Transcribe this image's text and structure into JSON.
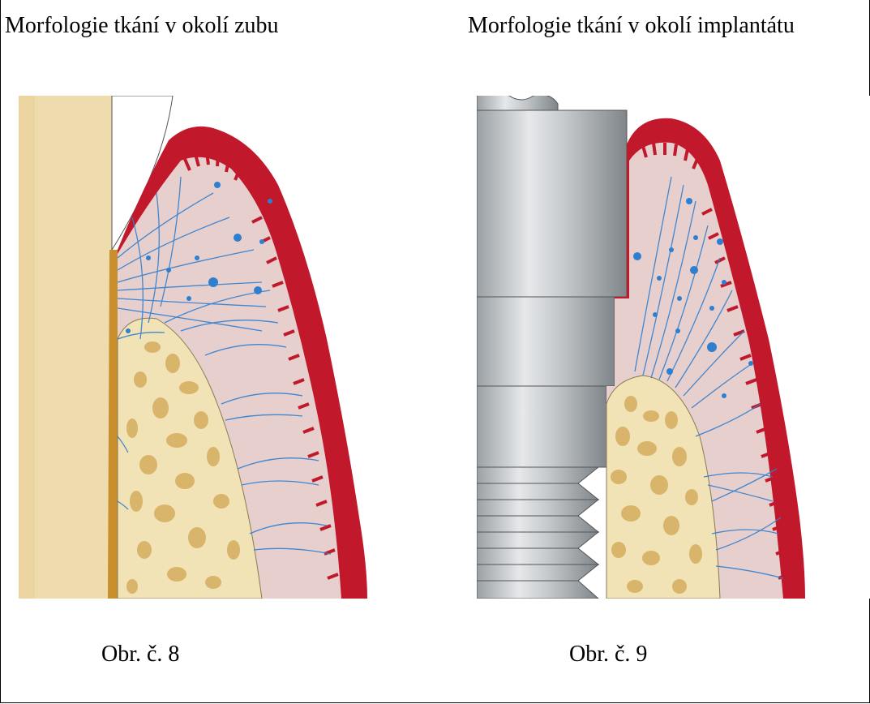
{
  "figures": [
    {
      "title": "Morfologie tkání v okolí zubu",
      "label": "Obr. č. 8"
    },
    {
      "title": "Morfologie tkání v okolí implantátu",
      "label": "Obr. č. 9"
    }
  ],
  "colors": {
    "gingiva_epithelium": "#c2182b",
    "connective_tissue": "#e6cfcc",
    "bone": "#f1e3b6",
    "bone_pores": "#d9b46b",
    "fibers": "#2f7fd1",
    "tooth": "#efdcae",
    "cementum": "#c98f2c",
    "implant": "#bfc3c6"
  }
}
